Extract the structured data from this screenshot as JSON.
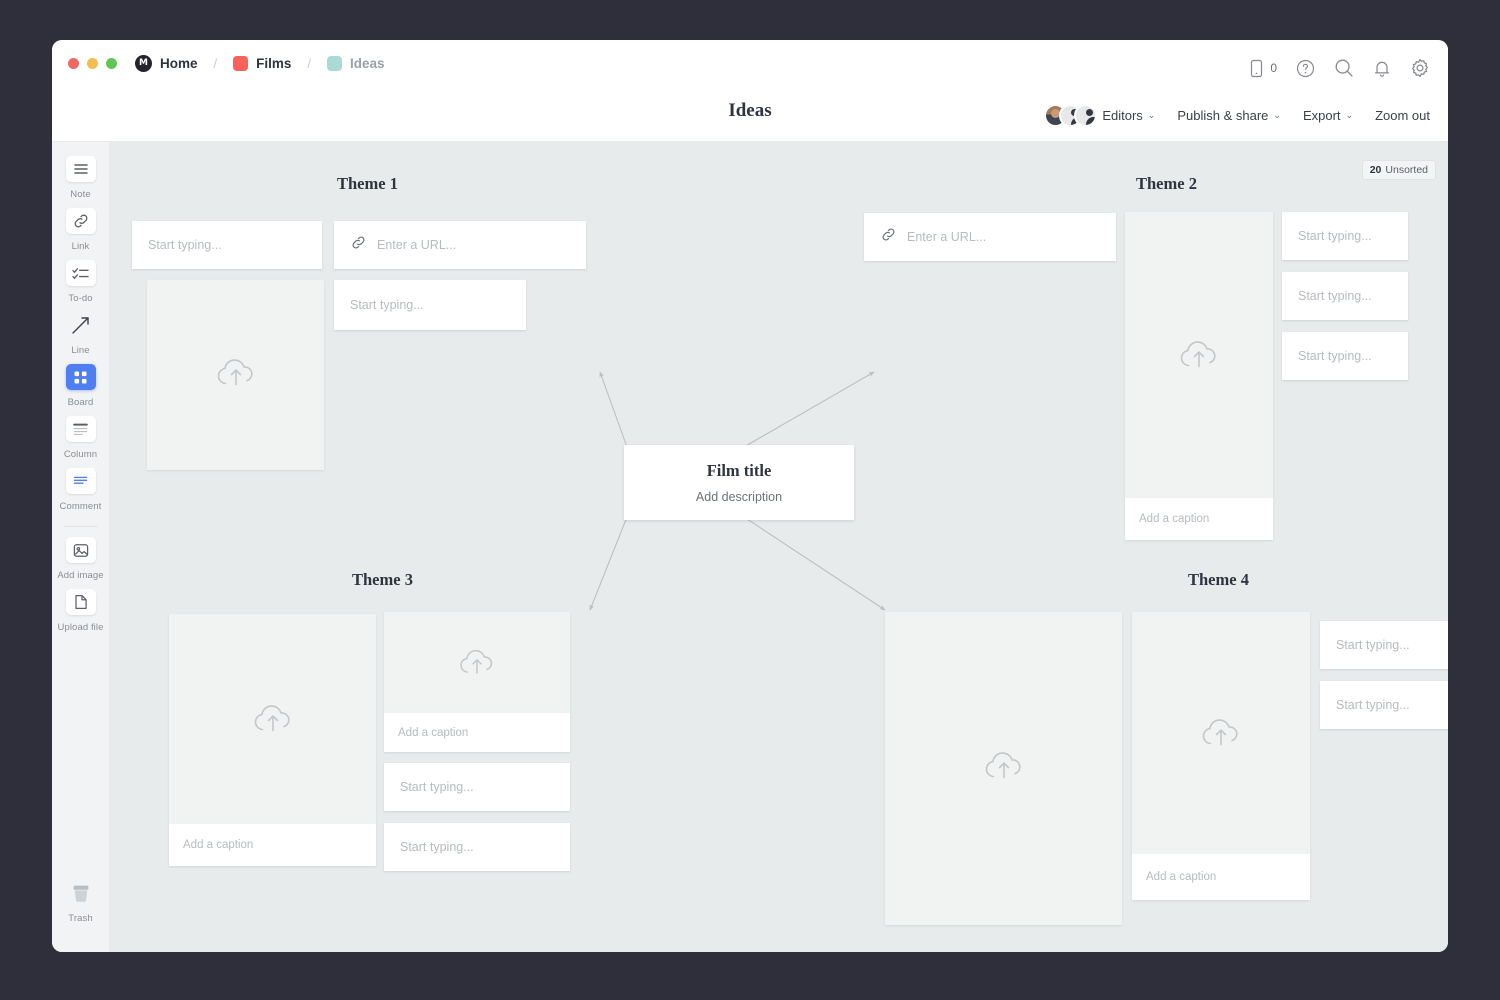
{
  "window": {
    "traffic_lights": [
      "close",
      "minimize",
      "maximize"
    ]
  },
  "breadcrumb": {
    "logo_glyph": "M",
    "items": [
      {
        "label": "Home",
        "swatch": "",
        "current": false
      },
      {
        "label": "Films",
        "swatch": "#f9615b",
        "current": false
      },
      {
        "label": "Ideas",
        "swatch": "#a9dad6",
        "current": true
      }
    ],
    "separator": "/"
  },
  "header": {
    "title": "Ideas",
    "icons": [
      {
        "name": "mobile-preview-icon",
        "count": "0"
      },
      {
        "name": "help-icon",
        "count": ""
      },
      {
        "name": "search-icon",
        "count": ""
      },
      {
        "name": "notifications-icon",
        "count": ""
      },
      {
        "name": "settings-icon",
        "count": ""
      }
    ],
    "editors_label": "Editors",
    "publish_label": "Publish & share",
    "export_label": "Export",
    "zoom_out_label": "Zoom out",
    "caret": "⌄"
  },
  "sidebar": {
    "items": [
      {
        "label": "Note",
        "icon": "note-icon",
        "active": false
      },
      {
        "label": "Link",
        "icon": "link-icon",
        "active": false
      },
      {
        "label": "To-do",
        "icon": "todo-icon",
        "active": false
      },
      {
        "label": "Line",
        "icon": "line-icon",
        "active": false
      },
      {
        "label": "Board",
        "icon": "board-icon",
        "active": true
      },
      {
        "label": "Column",
        "icon": "column-icon",
        "active": false
      },
      {
        "label": "Comment",
        "icon": "comment-icon",
        "active": false
      },
      {
        "label": "Add image",
        "icon": "image-icon",
        "active": false
      },
      {
        "label": "Upload file",
        "icon": "file-icon",
        "active": false
      }
    ],
    "trash_label": "Trash",
    "active_accent": "#4f7ef0"
  },
  "canvas": {
    "background": "#e8ebeb",
    "unsorted_badge": {
      "count": "20",
      "label": "Unsorted"
    },
    "center_node": {
      "title": "Film title",
      "description": "Add description"
    },
    "placeholders": {
      "note": "Start typing...",
      "url": "Enter a URL...",
      "caption": "Add a caption"
    },
    "themes": [
      {
        "title": "Theme 1",
        "cards": [
          {
            "type": "note",
            "text": "Start typing..."
          },
          {
            "type": "link",
            "text": "Enter a URL..."
          },
          {
            "type": "image",
            "caption": ""
          },
          {
            "type": "note",
            "text": "Start typing..."
          }
        ]
      },
      {
        "title": "Theme 2",
        "cards": [
          {
            "type": "link",
            "text": "Enter a URL..."
          },
          {
            "type": "image",
            "caption": "Add a caption"
          },
          {
            "type": "note",
            "text": "Start typing..."
          },
          {
            "type": "note",
            "text": "Start typing..."
          },
          {
            "type": "note",
            "text": "Start typing..."
          }
        ]
      },
      {
        "title": "Theme 3",
        "cards": [
          {
            "type": "image",
            "caption": "Add a caption"
          },
          {
            "type": "image",
            "caption": "Add a caption"
          },
          {
            "type": "note",
            "text": "Start typing..."
          },
          {
            "type": "note",
            "text": "Start typing..."
          }
        ]
      },
      {
        "title": "Theme 4",
        "cards": [
          {
            "type": "image",
            "caption": ""
          },
          {
            "type": "image",
            "caption": "Add a caption"
          },
          {
            "type": "note",
            "text": "Start typing..."
          },
          {
            "type": "note",
            "text": "Start typing..."
          }
        ]
      }
    ]
  }
}
